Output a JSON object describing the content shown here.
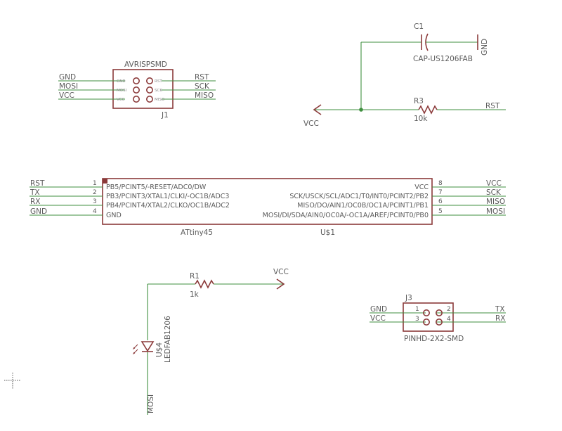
{
  "colors": {
    "part": "#8b3a3a",
    "wire": "#3f8f3f",
    "text": "#5a5a5a",
    "background": "#ffffff"
  },
  "j1": {
    "name": "AVRISPSMD",
    "ref": "J1",
    "left_nets": [
      "GND",
      "MOSI",
      "VCC"
    ],
    "right_nets": [
      "RST",
      "SCK",
      "MISO"
    ],
    "left_pin_names": [
      "GND",
      "MOSI",
      "VCC"
    ],
    "right_pin_names": [
      "RST",
      "SCK",
      "MISO"
    ]
  },
  "c1": {
    "ref": "C1",
    "value": "CAP-US1206FAB",
    "gnd_label": "GND"
  },
  "r3": {
    "ref": "R3",
    "value": "10k",
    "net": "RST",
    "vcc_label": "VCC"
  },
  "u1": {
    "ref": "U$1",
    "part": "ATtiny45",
    "left_pins": [
      {
        "num": "1",
        "name": "PB5/PCINT5/-RESET/ADC0/DW",
        "net": "RST"
      },
      {
        "num": "2",
        "name": "PB3/PCINT3/XTAL1/CLKI/-OC1B/ADC3",
        "net": "TX"
      },
      {
        "num": "3",
        "name": "PB4/PCINT4/XTAL2/CLKO/OC1B/ADC2",
        "net": "RX"
      },
      {
        "num": "4",
        "name": "GND",
        "net": "GND"
      }
    ],
    "right_pins": [
      {
        "num": "8",
        "name": "VCC",
        "net": "VCC"
      },
      {
        "num": "7",
        "name": "SCK/USCK/SCL/ADC1/T0/INT0/PCINT2/PB2",
        "net": "SCK"
      },
      {
        "num": "6",
        "name": "MISO/DO/AIN1/OC0B/OC1A/PCINT1/PB1",
        "net": "MISO"
      },
      {
        "num": "5",
        "name": "MOSI/DI/SDA/AIN0/OC0A/-OC1A/AREF/PCINT0/PB0",
        "net": "MOSI"
      }
    ]
  },
  "r1": {
    "ref": "R1",
    "value": "1k",
    "net": "VCC"
  },
  "u4": {
    "ref": "U$4",
    "value": "LEDFAB1206",
    "net": "MOSI"
  },
  "j3": {
    "ref": "J3",
    "value": "PINHD-2X2-SMD",
    "pins": [
      "1",
      "2",
      "3",
      "4"
    ],
    "left_nets": [
      "GND",
      "VCC"
    ],
    "right_nets": [
      "TX",
      "RX"
    ]
  }
}
